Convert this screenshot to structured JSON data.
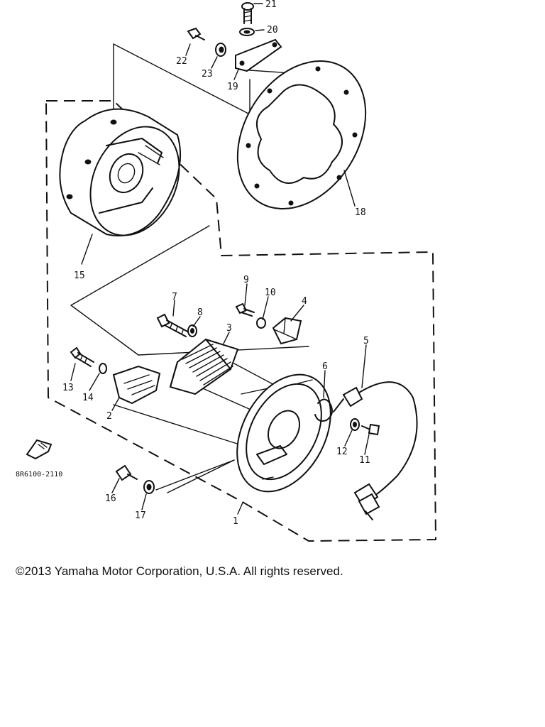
{
  "diagram": {
    "callouts": [
      "1",
      "2",
      "3",
      "4",
      "5",
      "6",
      "7",
      "8",
      "9",
      "10",
      "11",
      "12",
      "13",
      "14",
      "15",
      "16",
      "17",
      "18",
      "19",
      "20",
      "21",
      "22",
      "23"
    ],
    "figure_code": "8R6100-2110"
  },
  "footer": {
    "copyright": "©2013 Yamaha Motor Corporation, U.S.A. All rights reserved."
  }
}
